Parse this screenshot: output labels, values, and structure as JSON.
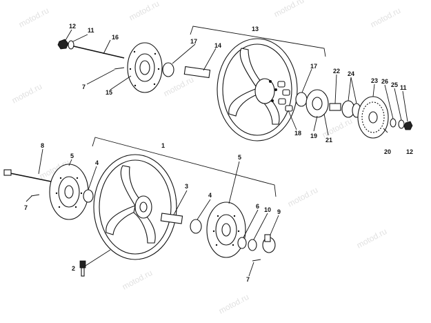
{
  "watermark": "motod.ru",
  "labels": {
    "l1": "1",
    "l2": "2",
    "l3": "3",
    "l4a": "4",
    "l4b": "4",
    "l5a": "5",
    "l5b": "5",
    "l6": "6",
    "l7a": "7",
    "l7b": "7",
    "l7c": "7",
    "l8": "8",
    "l9": "9",
    "l10": "10",
    "l11a": "11",
    "l11b": "11",
    "l12a": "12",
    "l12b": "12",
    "l13": "13",
    "l14": "14",
    "l15": "15",
    "l16": "16",
    "l17a": "17",
    "l17b": "17",
    "l18": "18",
    "l19": "19",
    "l20": "20",
    "l21": "21",
    "l22": "22",
    "l23": "23",
    "l24": "24",
    "l25": "25",
    "l26": "26"
  }
}
